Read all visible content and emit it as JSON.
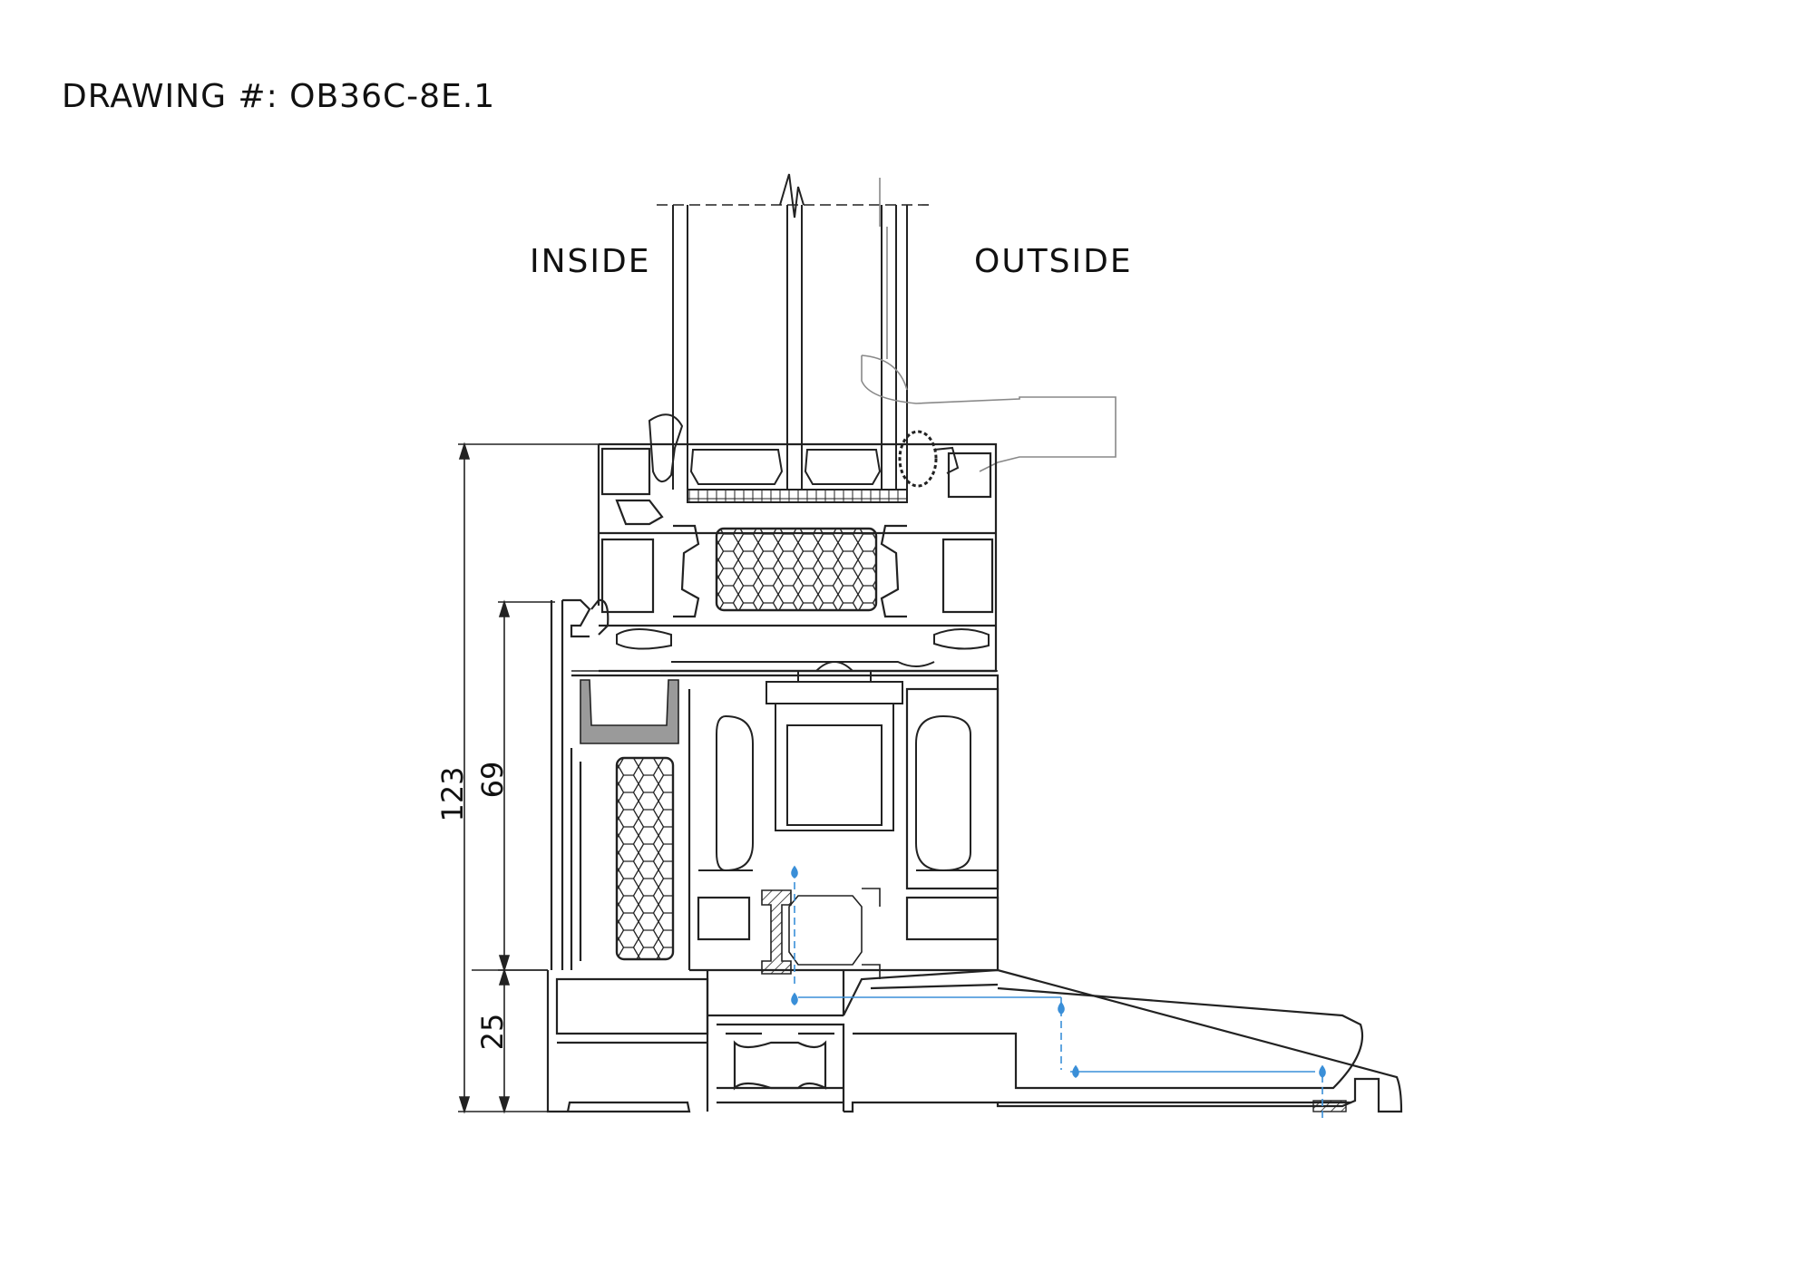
{
  "drawing_number": "DRAWING #: OB36C-8E.1",
  "labels": {
    "inside": "INSIDE",
    "outside": "OUTSIDE"
  },
  "dimensions": {
    "overall": "123",
    "sash": "69",
    "sill": "25"
  },
  "colors": {
    "line": "#222222",
    "water_path": "#3a8fd8",
    "gasket_fill": "#9a9a9a"
  }
}
